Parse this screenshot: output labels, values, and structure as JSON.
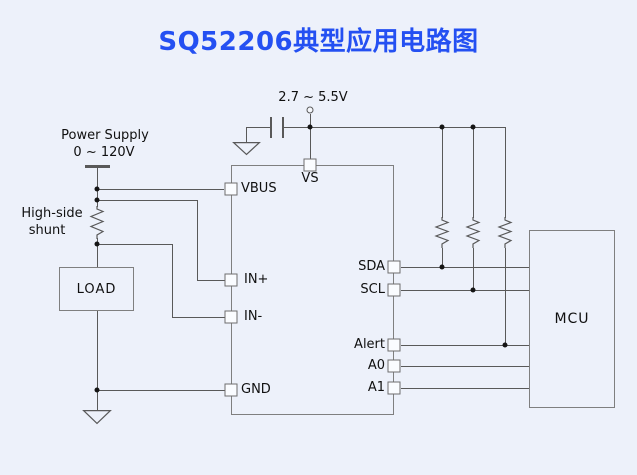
{
  "title": "SQ52206典型应用电路图",
  "colors": {
    "background": "#edf1fa",
    "title_blue": "#2450f2",
    "wire_gray": "#595959",
    "junction_black": "#151515",
    "pin_fill": "#fafcff"
  },
  "supply": {
    "voltage_range": "2.7 ~ 5.5V"
  },
  "power_supply": {
    "line1": "Power Supply",
    "line2": "0 ~ 120V"
  },
  "shunt": {
    "line1": "High-side",
    "line2": "shunt"
  },
  "load": {
    "label": "LOAD"
  },
  "mcu": {
    "label": "MCU"
  },
  "ic": {
    "top_pin": "VS",
    "left_pins": [
      "VBUS",
      "IN+",
      "IN-",
      "GND"
    ],
    "right_pins": [
      "SDA",
      "SCL",
      "Alert",
      "A0",
      "A1"
    ]
  }
}
